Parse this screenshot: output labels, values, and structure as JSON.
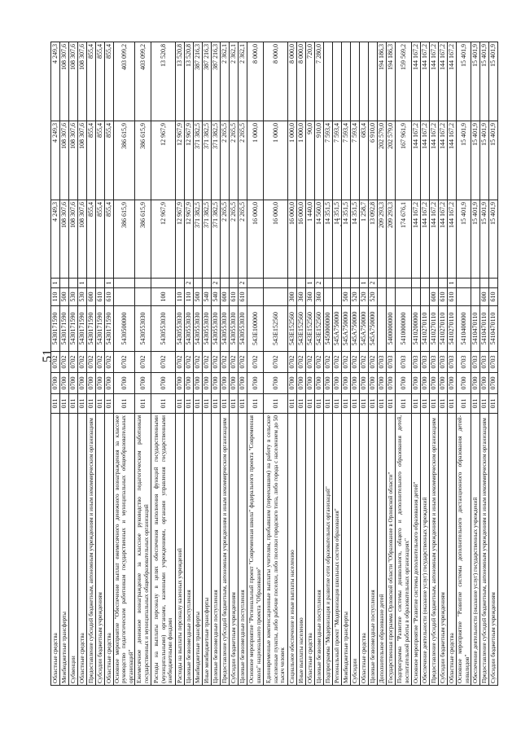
{
  "page_number": "51",
  "rows": [
    {
      "name": "Областные средства",
      "ad": "011",
      "rz": "0700",
      "pr": "0702",
      "csr": "5430171590",
      "vr": "110",
      "src": "1",
      "y1": "4 249,3",
      "y2": "4 249,3",
      "y3": "4 249,3"
    },
    {
      "name": "Межбюджетные трансферты",
      "ad": "011",
      "rz": "0700",
      "pr": "0702",
      "csr": "5430171590",
      "vr": "500",
      "src": "",
      "y1": "108 307,6",
      "y2": "108 307,6",
      "y3": "108 307,6"
    },
    {
      "name": "Субвенции",
      "ad": "011",
      "rz": "0700",
      "pr": "0702",
      "csr": "5430171590",
      "vr": "530",
      "src": "",
      "y1": "108 307,6",
      "y2": "108 307,6",
      "y3": "108 307,6"
    },
    {
      "name": "Областные средства",
      "ad": "011",
      "rz": "0700",
      "pr": "0702",
      "csr": "5430171590",
      "vr": "530",
      "src": "1",
      "y1": "108 307,6",
      "y2": "108 307,6",
      "y3": "108 307,6"
    },
    {
      "name": "Предоставление субсидий бюджетным, автономным учреждениям и иным некоммерческим организациям",
      "ad": "011",
      "rz": "0700",
      "pr": "0702",
      "csr": "5430171590",
      "vr": "600",
      "src": "",
      "y1": "855,4",
      "y2": "855,4",
      "y3": "855,4"
    },
    {
      "name": "Субсидии бюджетным учреждениям",
      "ad": "011",
      "rz": "0700",
      "pr": "0702",
      "csr": "5430171590",
      "vr": "610",
      "src": "",
      "y1": "855,4",
      "y2": "855,4",
      "y3": "855,4"
    },
    {
      "name": "Областные средства",
      "ad": "011",
      "rz": "0700",
      "pr": "0702",
      "csr": "5430171590",
      "vr": "610",
      "src": "1",
      "y1": "855,4",
      "y2": "855,4",
      "y3": "855,4"
    },
    {
      "name": "Основное мероприятие \"Обеспечение выплат ежемесячного денежного вознаграждения за классное руководство педагогическим работникам государственных и муниципальных общеобразовательных организаций\"",
      "ad": "011",
      "rz": "0700",
      "pr": "0702",
      "csr": "5430500000",
      "vr": "",
      "src": "",
      "y1": "386 615,9",
      "y2": "386 615,9",
      "y3": "403 099,2",
      "h": 2
    },
    {
      "name": "Ежемесячное денежное вознаграждение за классное руководство педагогическим работникам государственных и муниципальных общеобразовательных организаций",
      "ad": "011",
      "rz": "0700",
      "pr": "0702",
      "csr": "5430553030",
      "vr": "",
      "src": "",
      "y1": "386 615,9",
      "y2": "386 615,9",
      "y3": "403 099,2",
      "h": 2
    },
    {
      "name": "Расходы на выплаты персоналу в целях обеспечения выполнения функций государственными (муниципальными) органами, казенными учреждениями, органами управления государственными внебюджетными фондами",
      "ad": "011",
      "rz": "0700",
      "pr": "0702",
      "csr": "5430553030",
      "vr": "100",
      "src": "",
      "y1": "12 967,9",
      "y2": "12 967,9",
      "y3": "13 520,8",
      "h": 3
    },
    {
      "name": "Расходы на выплаты персоналу казенных учреждений",
      "ad": "011",
      "rz": "0700",
      "pr": "0702",
      "csr": "5430553030",
      "vr": "110",
      "src": "",
      "y1": "12 967,9",
      "y2": "12 967,9",
      "y3": "13 520,8"
    },
    {
      "name": "Целевые безвозмездные поступления",
      "ad": "011",
      "rz": "0700",
      "pr": "0702",
      "csr": "5430553030",
      "vr": "110",
      "src": "2",
      "y1": "12 967,9",
      "y2": "12 967,9",
      "y3": "13 520,8"
    },
    {
      "name": "Межбюджетные трансферты",
      "ad": "011",
      "rz": "0700",
      "pr": "0702",
      "csr": "5430553030",
      "vr": "500",
      "src": "",
      "y1": "371 382,5",
      "y2": "371 382,5",
      "y3": "387 216,3"
    },
    {
      "name": "Иные межбюджетные трансферты",
      "ad": "011",
      "rz": "0700",
      "pr": "0702",
      "csr": "5430553030",
      "vr": "540",
      "src": "",
      "y1": "371 382,5",
      "y2": "371 382,5",
      "y3": "387 216,3"
    },
    {
      "name": "Целевые безвозмездные поступления",
      "ad": "011",
      "rz": "0700",
      "pr": "0702",
      "csr": "5430553030",
      "vr": "540",
      "src": "2",
      "y1": "371 382,5",
      "y2": "371 382,5",
      "y3": "387 216,3"
    },
    {
      "name": "Предоставление субсидий бюджетным, автономным учреждениям и иным некоммерческим организациям",
      "ad": "011",
      "rz": "0700",
      "pr": "0702",
      "csr": "5430553030",
      "vr": "600",
      "src": "",
      "y1": "2 265,5",
      "y2": "2 265,5",
      "y3": "2 362,1"
    },
    {
      "name": "Субсидии бюджетным учреждениям",
      "ad": "011",
      "rz": "0700",
      "pr": "0702",
      "csr": "5430553030",
      "vr": "610",
      "src": "",
      "y1": "2 265,5",
      "y2": "2 265,5",
      "y3": "2 362,1"
    },
    {
      "name": "Целевые безвозмездные поступления",
      "ad": "011",
      "rz": "0700",
      "pr": "0702",
      "csr": "5430553030",
      "vr": "610",
      "src": "2",
      "y1": "2 265,5",
      "y2": "2 265,5",
      "y3": "2 362,1"
    },
    {
      "name": "Основное мероприятие \"Региональный проект \"Современная школа\" федерального проекта \"Современная школа\" национального проекта \"Образование\"",
      "ad": "011",
      "rz": "0700",
      "pr": "0702",
      "csr": "543E100000",
      "vr": "",
      "src": "",
      "y1": "16 000,0",
      "y2": "1 000,0",
      "y3": "8 000,0",
      "h": 2
    },
    {
      "name": "Единовременные компенсационные выплаты учителям, прибывшим (переехавшим) на работу в сельские населенные пункты, либо рабочие поселки, либо поселки городского типа, либо города с населением до 50 тысяч человек",
      "ad": "011",
      "rz": "0700",
      "pr": "0702",
      "csr": "543E152560",
      "vr": "",
      "src": "",
      "y1": "16 000,0",
      "y2": "1 000,0",
      "y3": "8 000,0",
      "h": 3
    },
    {
      "name": "Социальное обеспечение и иные выплаты населению",
      "ad": "011",
      "rz": "0700",
      "pr": "0702",
      "csr": "543E152560",
      "vr": "300",
      "src": "",
      "y1": "16 000,0",
      "y2": "1 000,0",
      "y3": "8 000,0"
    },
    {
      "name": "Иные выплаты населению",
      "ad": "011",
      "rz": "0700",
      "pr": "0702",
      "csr": "543E152560",
      "vr": "360",
      "src": "",
      "y1": "16 000,0",
      "y2": "1 000,0",
      "y3": "8 000,0"
    },
    {
      "name": "Областные средства",
      "ad": "011",
      "rz": "0700",
      "pr": "0702",
      "csr": "543E152560",
      "vr": "360",
      "src": "1",
      "y1": "1 440,0",
      "y2": "90,0",
      "y3": "720,0"
    },
    {
      "name": "Целевые безвозмездные поступления",
      "ad": "011",
      "rz": "0700",
      "pr": "0702",
      "csr": "543E152560",
      "vr": "360",
      "src": "2",
      "y1": "14 560,0",
      "y2": "910,0",
      "y3": "7 280,0"
    },
    {
      "name": "Подпрограмма \"Модернизация и развитие сети образовательных организаций\"",
      "ad": "011",
      "rz": "0700",
      "pr": "0702",
      "csr": "5450000000",
      "vr": "",
      "src": "",
      "y1": "14 351,5",
      "y2": "7 593,4",
      "y3": ""
    },
    {
      "name": "Региональный проект \"Модернизация школьных систем образования\"",
      "ad": "011",
      "rz": "0700",
      "pr": "0702",
      "csr": "545A750000",
      "vr": "",
      "src": "",
      "y1": "14 351,5",
      "y2": "7 593,4",
      "y3": ""
    },
    {
      "name": "Межбюджетные трансферты",
      "ad": "011",
      "rz": "0700",
      "pr": "0702",
      "csr": "545A750000",
      "vr": "500",
      "src": "",
      "y1": "14 351,5",
      "y2": "7 593,4",
      "y3": ""
    },
    {
      "name": "Субсидии",
      "ad": "011",
      "rz": "0700",
      "pr": "0702",
      "csr": "545A750000",
      "vr": "520",
      "src": "",
      "y1": "14 351,5",
      "y2": "7 593,4",
      "y3": ""
    },
    {
      "name": "Областные средства",
      "ad": "011",
      "rz": "0700",
      "pr": "0702",
      "csr": "545A750000",
      "vr": "520",
      "src": "1",
      "y1": "1 258,7",
      "y2": "683,4",
      "y3": ""
    },
    {
      "name": "Целевые безвозмездные поступления",
      "ad": "011",
      "rz": "0700",
      "pr": "0702",
      "csr": "545A750000",
      "vr": "520",
      "src": "2",
      "y1": "13 092,8",
      "y2": "6 910,0",
      "y3": ""
    },
    {
      "name": "Дополнительное образование детей",
      "ad": "011",
      "rz": "0700",
      "pr": "0703",
      "csr": "",
      "vr": "",
      "src": "",
      "y1": "209 293,3",
      "y2": "202 579,0",
      "y3": "194 186,3"
    },
    {
      "name": "Государственная программа Орловской области \"Образование в Орловской области\"",
      "ad": "011",
      "rz": "0700",
      "pr": "0703",
      "csr": "5400000000",
      "vr": "",
      "src": "",
      "y1": "209 293,3",
      "y2": "202 579,0",
      "y3": "194 186,3"
    },
    {
      "name": "Подпрограмма \"Развитие системы дошкольного, общего и дополнительного образования детей, воспитательной работы в образовательных организациях\"",
      "ad": "011",
      "rz": "0700",
      "pr": "0703",
      "csr": "5410000000",
      "vr": "",
      "src": "",
      "y1": "174 676,1",
      "y2": "167 961,9",
      "y3": "159 569,2",
      "h": 2
    },
    {
      "name": "Основное мероприятие \"Развитие системы дополнительного образования детей\"",
      "ad": "011",
      "rz": "0700",
      "pr": "0703",
      "csr": "5410200000",
      "vr": "",
      "src": "",
      "y1": "144 167,2",
      "y2": "144 167,2",
      "y3": "144 167,2"
    },
    {
      "name": "Обеспечение деятельности (оказание услуг) государственных учреждений",
      "ad": "011",
      "rz": "0700",
      "pr": "0703",
      "csr": "5410270110",
      "vr": "",
      "src": "",
      "y1": "144 167,2",
      "y2": "144 167,2",
      "y3": "144 167,2"
    },
    {
      "name": "Предоставление субсидий бюджетным, автономным учреждениям и иным некоммерческим организациям",
      "ad": "011",
      "rz": "0700",
      "pr": "0703",
      "csr": "5410270110",
      "vr": "600",
      "src": "",
      "y1": "144 167,2",
      "y2": "144 167,2",
      "y3": "144 167,2"
    },
    {
      "name": "Субсидии бюджетным учреждениям",
      "ad": "011",
      "rz": "0700",
      "pr": "0703",
      "csr": "5410270110",
      "vr": "610",
      "src": "",
      "y1": "144 167,2",
      "y2": "144 167,2",
      "y3": "144 167,2"
    },
    {
      "name": "Областные средства",
      "ad": "011",
      "rz": "0700",
      "pr": "0703",
      "csr": "5410270110",
      "vr": "610",
      "src": "1",
      "y1": "144 167,2",
      "y2": "144 167,2",
      "y3": "144 167,2"
    },
    {
      "name": "Основное мероприятие \"Развитие системы дополнительного дистанционного образования детей-инвалидов\"",
      "ad": "011",
      "rz": "0700",
      "pr": "0703",
      "csr": "5410400000",
      "vr": "",
      "src": "",
      "y1": "15 401,9",
      "y2": "15 401,9",
      "y3": "15 401,9"
    },
    {
      "name": "Обеспечение деятельности (оказание услуг) государственных учреждений",
      "ad": "011",
      "rz": "0700",
      "pr": "0703",
      "csr": "5410470110",
      "vr": "",
      "src": "",
      "y1": "15 401,9",
      "y2": "15 401,9",
      "y3": "15 401,9"
    },
    {
      "name": "Предоставление субсидий бюджетным, автономным учреждениям и иным некоммерческим организациям",
      "ad": "011",
      "rz": "0700",
      "pr": "0703",
      "csr": "5410470110",
      "vr": "600",
      "src": "",
      "y1": "15 401,9",
      "y2": "15 401,9",
      "y3": "15 401,9"
    },
    {
      "name": "Субсидии бюджетным учреждениям",
      "ad": "011",
      "rz": "0700",
      "pr": "0703",
      "csr": "5410470110",
      "vr": "610",
      "src": "",
      "y1": "15 401,9",
      "y2": "15 401,9",
      "y3": "15 401,9"
    }
  ]
}
